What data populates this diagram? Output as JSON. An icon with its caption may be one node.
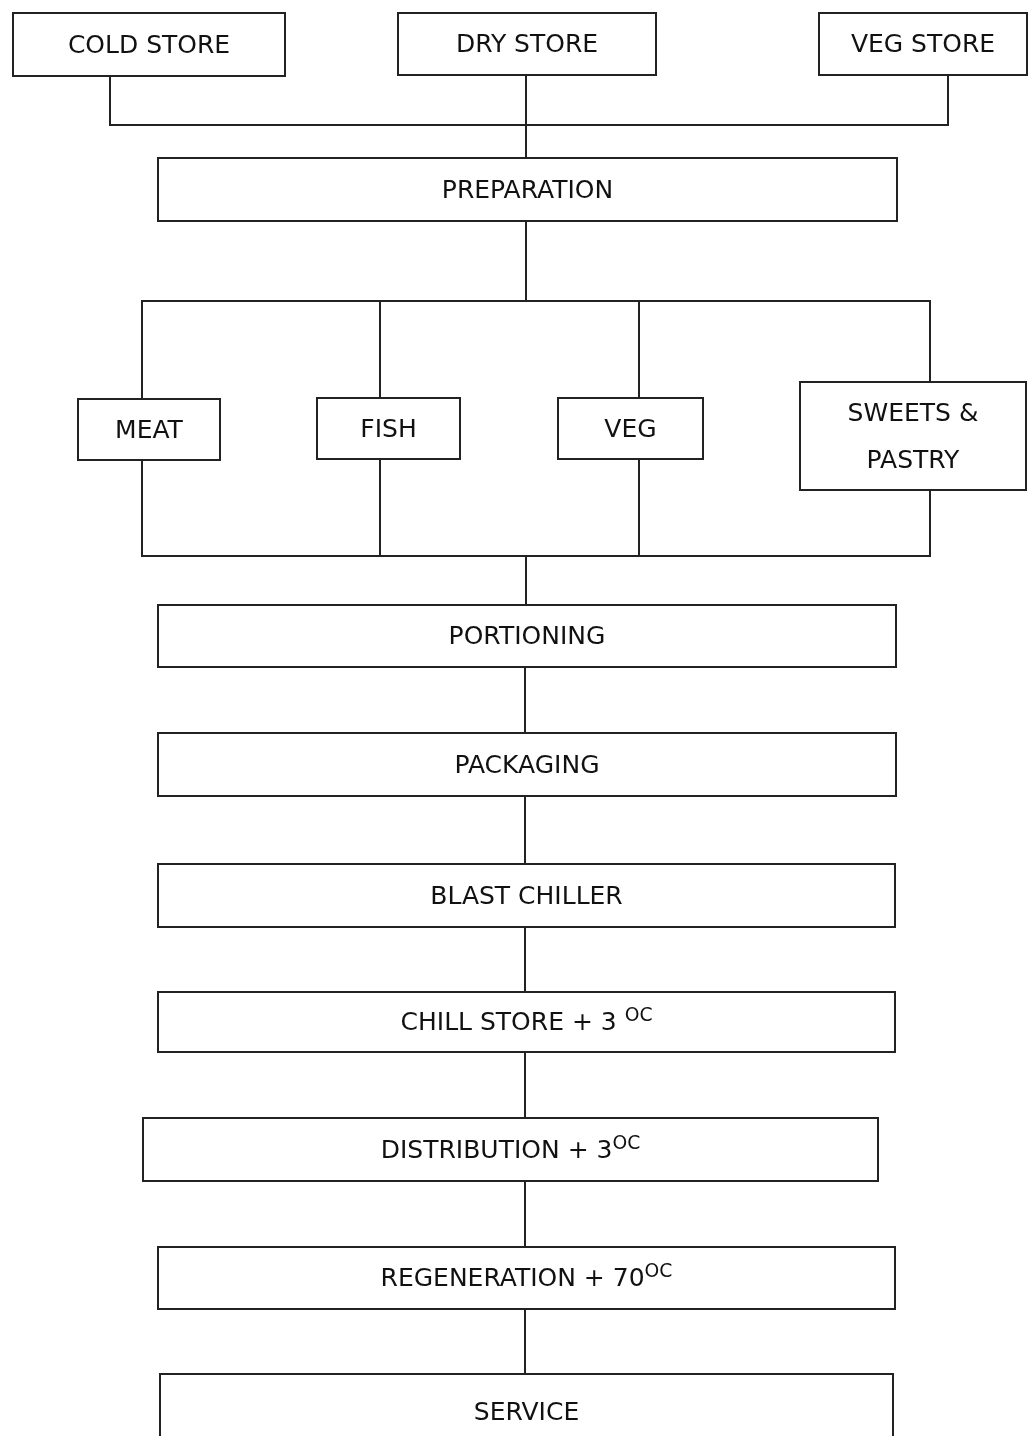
{
  "diagram": {
    "nodes": [
      {
        "text": [
          "COLD STORE"
        ]
      },
      {
        "text": [
          "DRY STORE"
        ]
      },
      {
        "text": [
          "VEG STORE"
        ]
      },
      {
        "text": [
          "PREPARATION"
        ]
      },
      {
        "text": [
          "MEAT"
        ]
      },
      {
        "text": [
          "FISH"
        ]
      },
      {
        "text": [
          "VEG"
        ]
      },
      {
        "text": [
          "SWEETS & PASTRY"
        ]
      },
      {
        "text": [
          "PORTIONING"
        ]
      },
      {
        "text": [
          "PACKAGING"
        ]
      },
      {
        "text": [
          "BLAST CHILLER"
        ]
      },
      {
        "text": [
          "CHILL STORE + 3 $^{OC}$"
        ]
      },
      {
        "text": [
          "DISTRIBUTION + 3$^{OC}$"
        ]
      },
      {
        "text": [
          "REGENERATION + 70$^{OC}$"
        ]
      },
      {
        "text": [
          "SERVICE"
        ]
      }
    ],
    "edges": [
      {
        "from": 0,
        "to": 3,
        "arrow": "none"
      },
      {
        "from": 1,
        "to": 3,
        "arrow": "none"
      },
      {
        "from": 2,
        "to": 3,
        "arrow": "none"
      },
      {
        "from": 3,
        "to": 4,
        "arrow": "none"
      },
      {
        "from": 3,
        "to": 5,
        "arrow": "none"
      },
      {
        "from": 3,
        "to": 6,
        "arrow": "none"
      },
      {
        "from": 3,
        "to": 7,
        "arrow": "none"
      },
      {
        "from": 4,
        "to": 8,
        "arrow": "none"
      },
      {
        "from": 5,
        "to": 8,
        "arrow": "none"
      },
      {
        "from": 6,
        "to": 8,
        "arrow": "none"
      },
      {
        "from": 7,
        "to": 8,
        "arrow": "none"
      },
      {
        "from": 8,
        "to": 9,
        "arrow": "none"
      },
      {
        "from": 9,
        "to": 10,
        "arrow": "none"
      },
      {
        "from": 10,
        "to": 11,
        "arrow": "none"
      },
      {
        "from": 11,
        "to": 12,
        "arrow": "none"
      },
      {
        "from": 12,
        "to": 13,
        "arrow": "none"
      },
      {
        "from": 13,
        "to": 14,
        "arrow": "none"
      }
    ]
  }
}
